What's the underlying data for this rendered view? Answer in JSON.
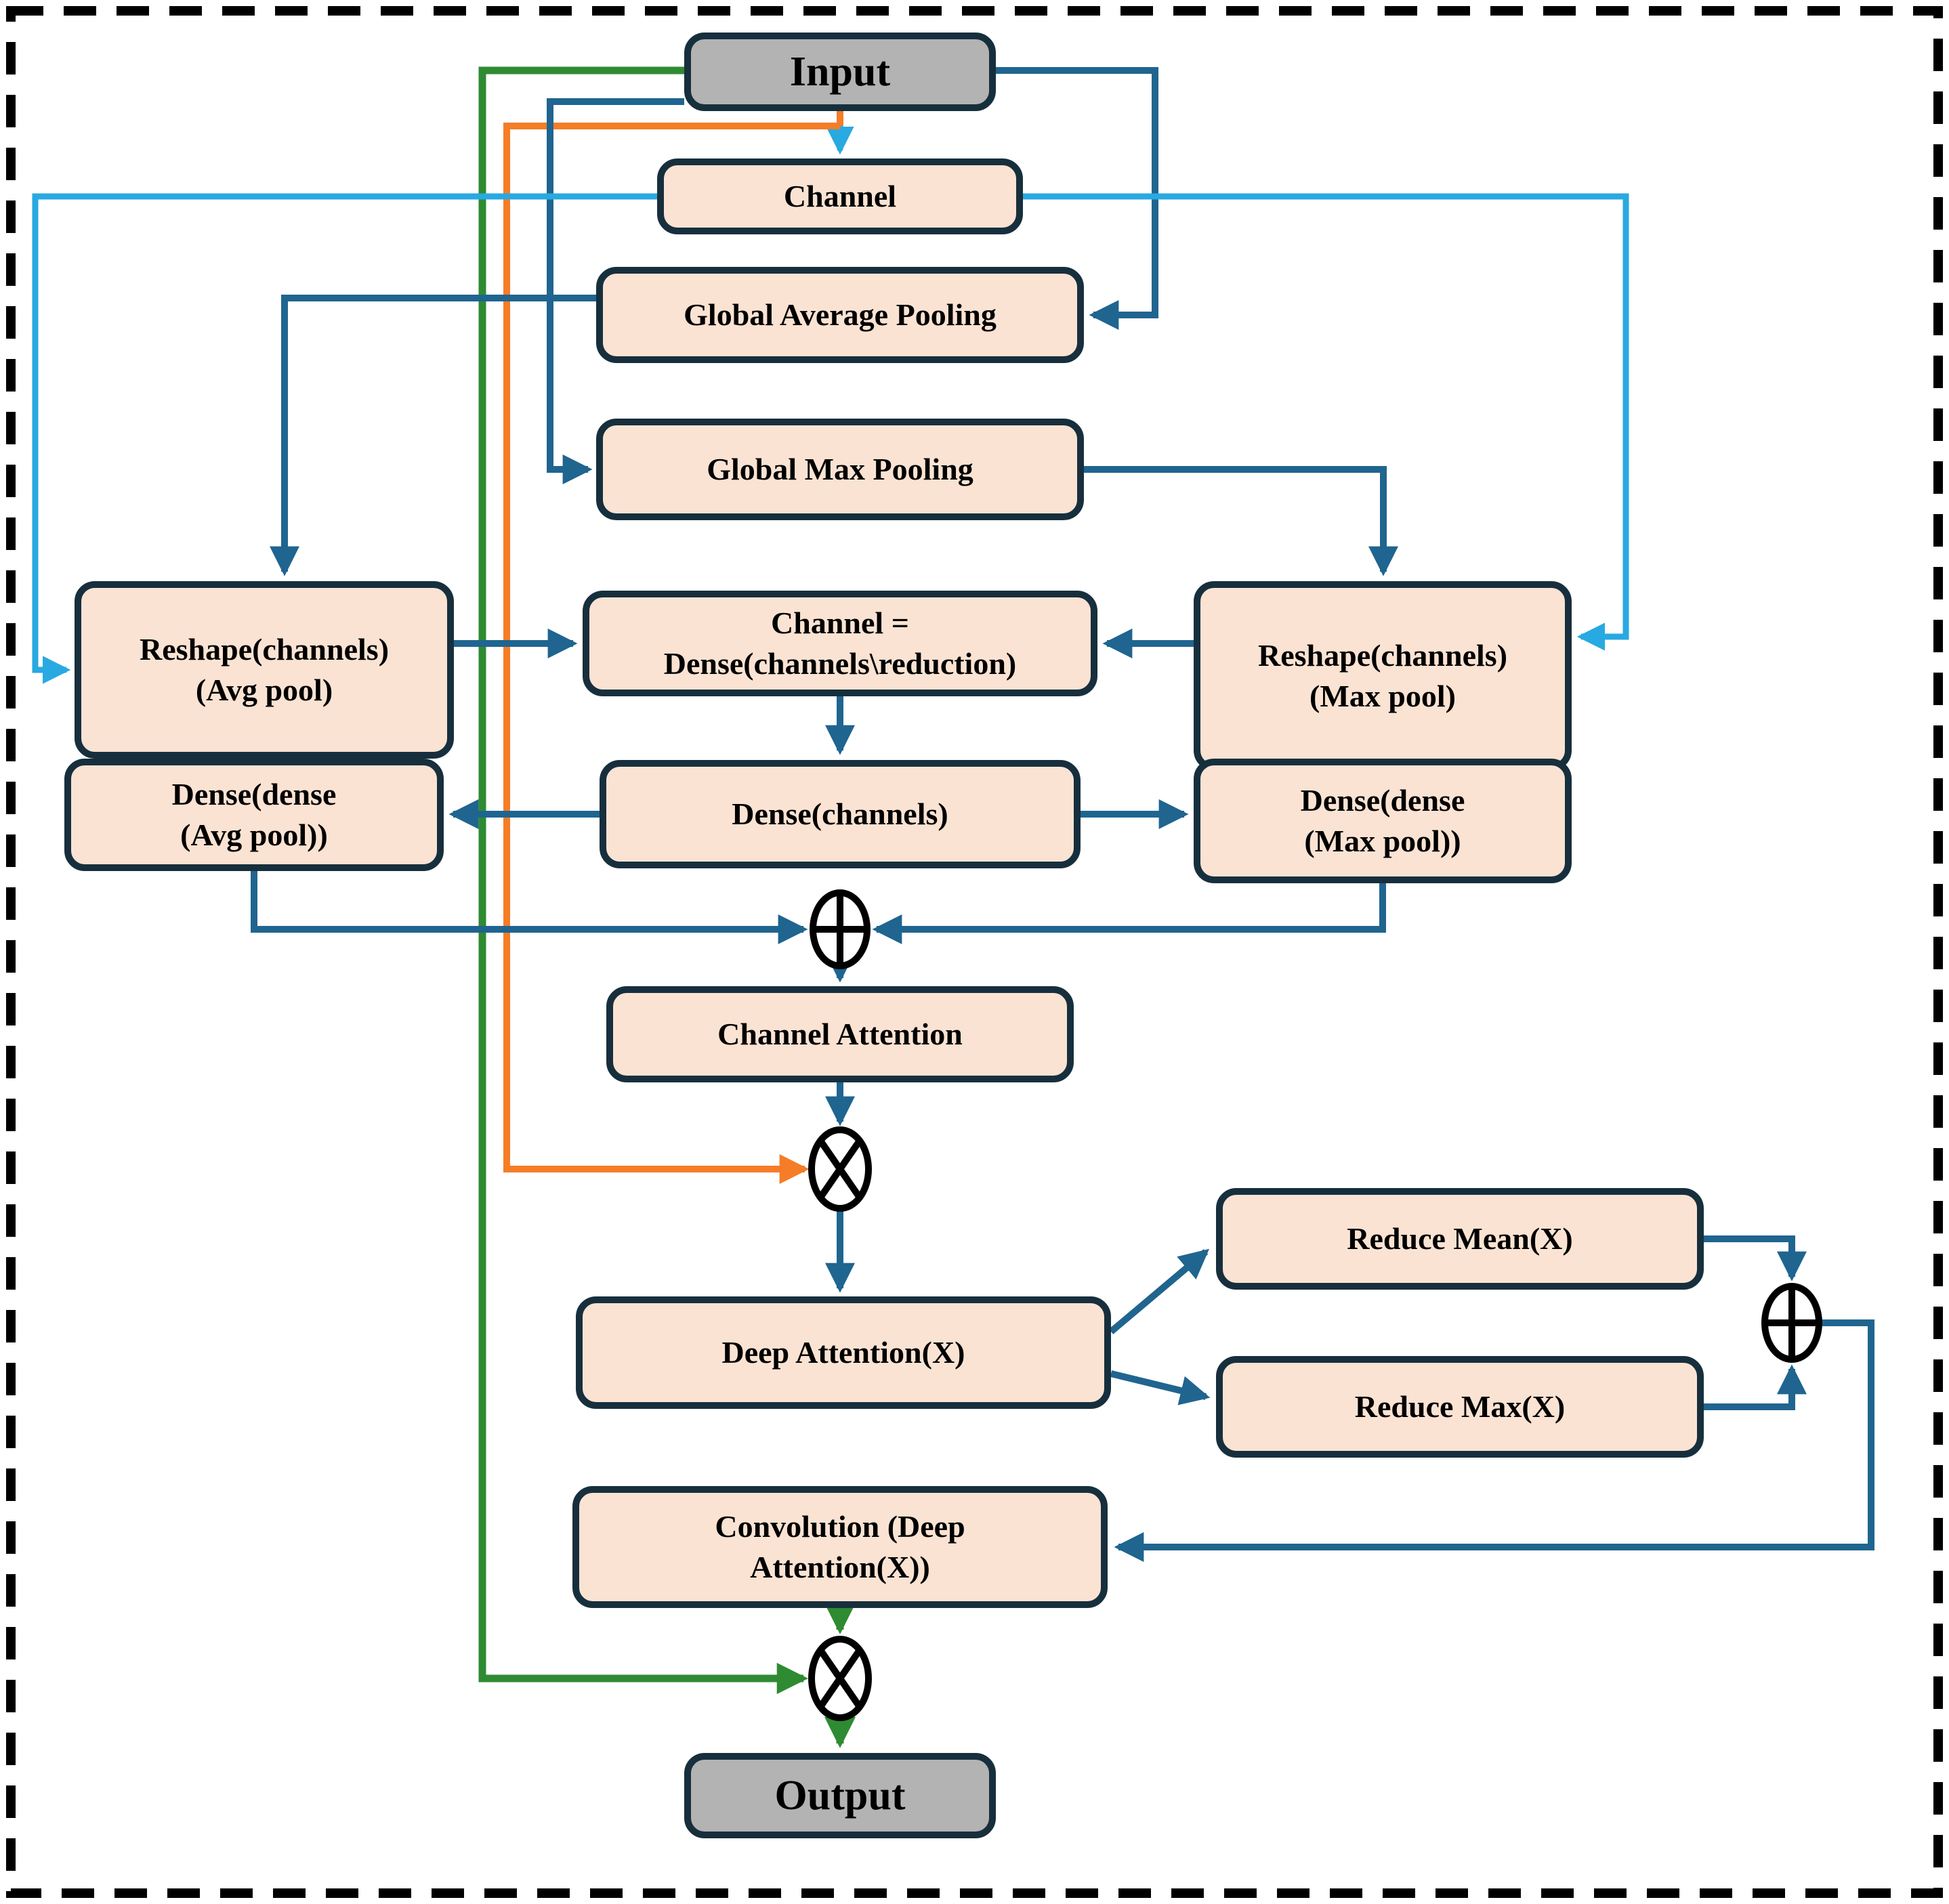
{
  "diagram": {
    "nodes": {
      "input": {
        "label": "Input"
      },
      "channel": {
        "label": "Channel"
      },
      "global_avg_pooling": {
        "label": "Global Average Pooling"
      },
      "global_max_pooling": {
        "label": "Global Max Pooling"
      },
      "reshape_avg": {
        "label": "Reshape(channels)\n(Avg pool)"
      },
      "channel_dense": {
        "label": "Channel =\nDense(channels\\reduction)"
      },
      "reshape_max": {
        "label": "Reshape(channels)\n(Max pool)"
      },
      "dense_avg": {
        "label": "Dense(dense\n(Avg pool))"
      },
      "dense_channels": {
        "label": "Dense(channels)"
      },
      "dense_max": {
        "label": "Dense(dense\n(Max pool))"
      },
      "channel_attention": {
        "label": "Channel Attention"
      },
      "deep_attention": {
        "label": "Deep Attention(X)"
      },
      "reduce_mean": {
        "label": "Reduce Mean(X)"
      },
      "reduce_max": {
        "label": "Reduce Max(X)"
      },
      "convolution": {
        "label": "Convolution (Deep\nAttention(X))"
      },
      "output": {
        "label": "Output"
      }
    },
    "operators": {
      "add_channel": {
        "symbol": "⊕",
        "meaning": "element-wise addition"
      },
      "mul_channel": {
        "symbol": "⊗",
        "meaning": "element-wise multiplication"
      },
      "add_spatial": {
        "symbol": "⊕",
        "meaning": "element-wise addition"
      },
      "mul_output": {
        "symbol": "⊗",
        "meaning": "element-wise multiplication"
      }
    },
    "colors": {
      "arrow_teal": "#1f6590",
      "arrow_light_blue": "#29a9e1",
      "arrow_orange": "#f57d28",
      "arrow_green": "#2e8b32",
      "node_fill": "#fbe3d3",
      "node_border": "#172f3d",
      "io_fill": "#b3b3b3"
    }
  }
}
